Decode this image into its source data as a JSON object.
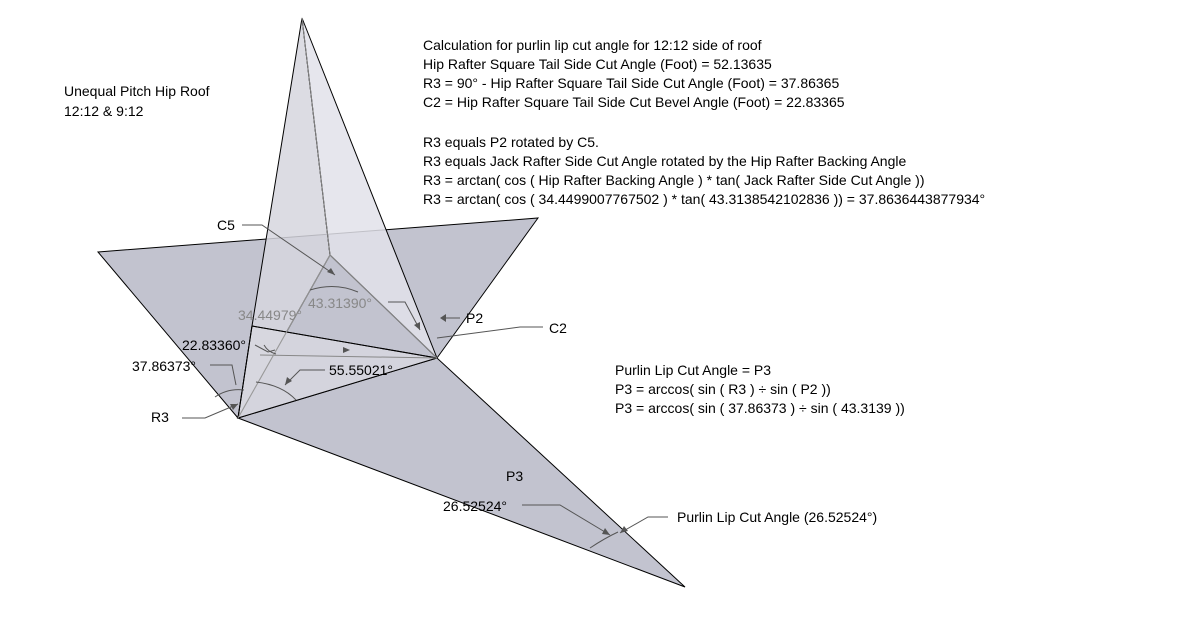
{
  "roof_title": [
    "Unequal Pitch Hip Roof",
    "12:12 & 9:12"
  ],
  "calc_block_1": [
    "Calculation for purlin lip cut angle for 12:12 side of roof",
    "Hip Rafter Square Tail Side Cut Angle (Foot) = 52.13635",
    "R3 = 90° - Hip Rafter Square Tail Side Cut Angle (Foot) = 37.86365",
    "C2 = Hip Rafter Square Tail Side Cut Bevel Angle (Foot) = 22.83365",
    "",
    "R3 equals P2 rotated by C5.",
    "R3 equals Jack Rafter Side Cut Angle rotated by the Hip Rafter Backing Angle",
    "R3 = arctan( cos ( Hip Rafter Backing Angle ) * tan( Jack Rafter Side Cut Angle ))",
    "R3 = arctan( cos ( 34.4499007767502 ) * tan( 43.3138542102836 )) = 37.8636443877934°"
  ],
  "calc_block_2": [
    "Purlin Lip Cut Angle = P3",
    "P3 = arccos( sin ( R3 ) ÷ sin ( P2 ))",
    "P3 = arccos( sin ( 37.86373 ) ÷ sin ( 43.3139 ))"
  ],
  "labels": {
    "c5": "C5",
    "p2": "P2",
    "c2": "C2",
    "r3": "R3",
    "p3": "P3",
    "purlin_lip": "Purlin Lip Cut Angle (26.52524°)"
  },
  "dimensions": {
    "backing": "34.44979°",
    "jack": "43.31390°",
    "bevel": "22.83360°",
    "r3_angle": "37.86373°",
    "mid": "55.55021°",
    "p3_angle": "26.52524°"
  },
  "colors": {
    "face_dark": "#bfc0cc",
    "face_light": "#dcdce4",
    "face_mid": "#cdced8",
    "line": "#000000",
    "leader": "#555555"
  }
}
